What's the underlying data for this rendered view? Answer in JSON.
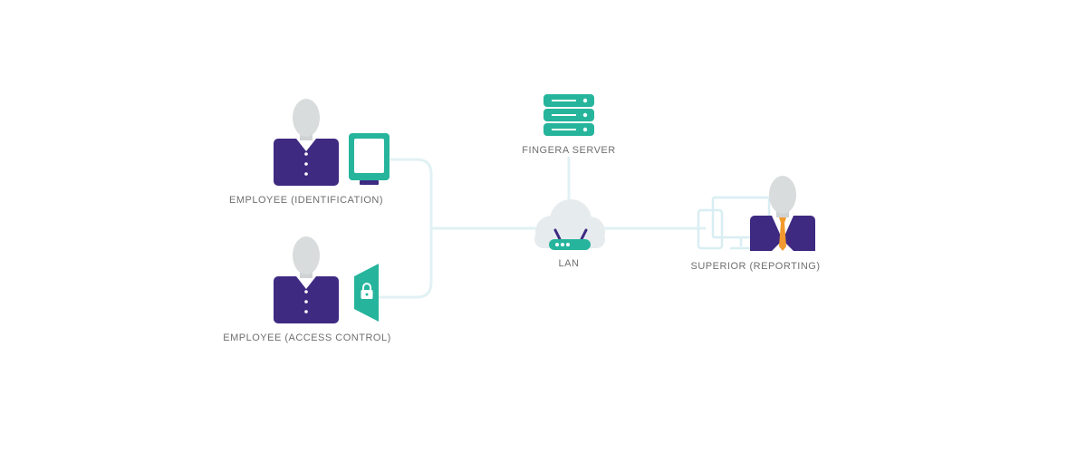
{
  "nodes": {
    "employee_identification": {
      "label": "EMPLOYEE (IDENTIFICATION)"
    },
    "employee_access_control": {
      "label": "EMPLOYEE (ACCESS CONTROL)"
    },
    "server": {
      "label": "FINGERA SERVER"
    },
    "lan": {
      "label": "LAN"
    },
    "superior": {
      "label": "SUPERIOR (REPORTING)"
    }
  },
  "colors": {
    "suit": "#3f2a82",
    "head": "#d9dcdc",
    "teal": "#26b59c",
    "tie_orange": "#f29a2e",
    "line": "#e1f1f4",
    "cloud": "#e6ebee",
    "text": "#6f6f6f"
  }
}
